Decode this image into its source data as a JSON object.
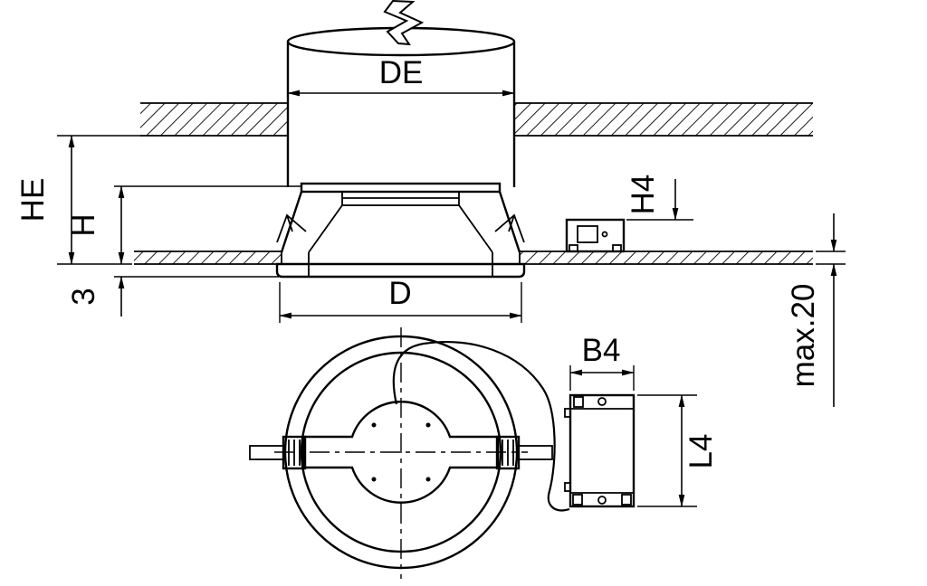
{
  "drawing": {
    "background": "#ffffff",
    "line_color": "#000000",
    "views": {
      "section": {
        "labels": {
          "de": "DE",
          "he": "HE",
          "h": "H",
          "flange": "3",
          "d": "D",
          "h4": "H4",
          "max_ceiling": "max.20"
        }
      },
      "rear": {
        "labels": {
          "b4": "B4",
          "l4": "L4"
        }
      }
    }
  }
}
